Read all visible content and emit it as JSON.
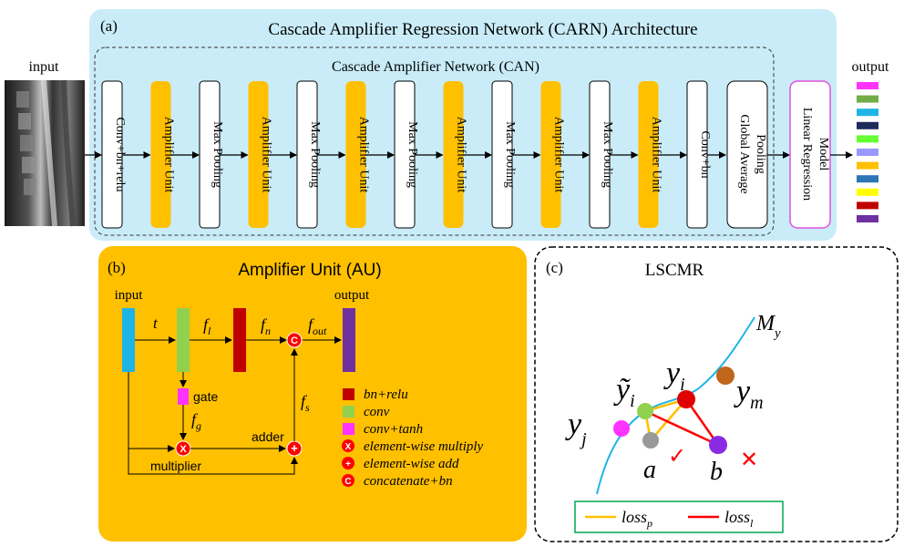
{
  "panel_a": {
    "label": "(a)",
    "title": "Cascade Amplifier Regression Network (CARN) Architecture",
    "can_title": "Cascade Amplifier Network (CAN)",
    "input_label": "input",
    "output_label": "output",
    "blocks": [
      {
        "label": "Conv+bn+relu",
        "kind": "white"
      },
      {
        "label": "Amplifier  Unit",
        "kind": "orange"
      },
      {
        "label": "Max Pooling",
        "kind": "white"
      },
      {
        "label": "Amplifier  Unit",
        "kind": "orange"
      },
      {
        "label": "Max Pooling",
        "kind": "white"
      },
      {
        "label": "Amplifier  Unit",
        "kind": "orange"
      },
      {
        "label": "Max Pooling",
        "kind": "white"
      },
      {
        "label": "Amplifier  Unit",
        "kind": "orange"
      },
      {
        "label": "Max Pooling",
        "kind": "white"
      },
      {
        "label": "Amplifier  Unit",
        "kind": "orange"
      },
      {
        "label": "Max Pooling",
        "kind": "white"
      },
      {
        "label": "Amplifier  Unit",
        "kind": "orange"
      },
      {
        "label": "Conv+bn",
        "kind": "white"
      }
    ],
    "gap_block": [
      "Global Average",
      "Pooling"
    ],
    "lrm_block": [
      "Linear Regression",
      "Model"
    ],
    "output_colors": [
      "#ff33ff",
      "#70ad47",
      "#1fb4e6",
      "#1f2a5c",
      "#66ff33",
      "#9999ff",
      "#ffc000",
      "#2e75b6",
      "#ffff00",
      "#c00000",
      "#7030a0"
    ]
  },
  "panel_b": {
    "label": "(b)",
    "title": "Amplifier Unit (AU)",
    "input_label": "input",
    "output_label": "output",
    "t": "t",
    "f_l": "f",
    "f_l_sub": "l",
    "f_n": "f",
    "f_n_sub": "n",
    "f_out": "f",
    "f_out_sub": "out",
    "f_s": "f",
    "f_s_sub": "s",
    "f_g": "f",
    "f_g_sub": "g",
    "gate": "gate",
    "adder": "adder",
    "multiplier": "multiplier",
    "legend": [
      {
        "label": "bn+relu",
        "symbol": "square",
        "color": "#c00000"
      },
      {
        "label": "conv",
        "symbol": "square",
        "color": "#92d050"
      },
      {
        "label": "conv+tanh",
        "symbol": "square",
        "color": "#ff33ff"
      },
      {
        "label": "element-wise multiply",
        "symbol": "X",
        "color": "#ff0000"
      },
      {
        "label": "element-wise add",
        "symbol": "+",
        "color": "#ff0000"
      },
      {
        "label": "concatenate+bn",
        "symbol": "C",
        "color": "#ff0000"
      }
    ]
  },
  "panel_c": {
    "label": "(c)",
    "title": "LSCMR",
    "m": "M",
    "m_sub": "y",
    "y_tilde": "ỹ",
    "y_tilde_sub": "i",
    "y_i": "y",
    "y_i_sub": "i",
    "y_m": "y",
    "y_m_sub": "m",
    "y_j": "y",
    "y_j_sub": "j",
    "a": "a",
    "b": "b",
    "check": "✓",
    "cross": "✕",
    "loss_p": "loss",
    "loss_p_sub": "p",
    "loss_l": "loss",
    "loss_l_sub": "l"
  },
  "colors": {
    "panel_a_bg": "#c9ecf8",
    "panel_b_bg": "#ffc000",
    "amp_orange": "#ffc000",
    "lrm_border": "#e052e0",
    "curve": "#1fb4e6",
    "loss_p": "#ffc000",
    "loss_l": "#ff0000",
    "legend_border": "#00a651"
  }
}
